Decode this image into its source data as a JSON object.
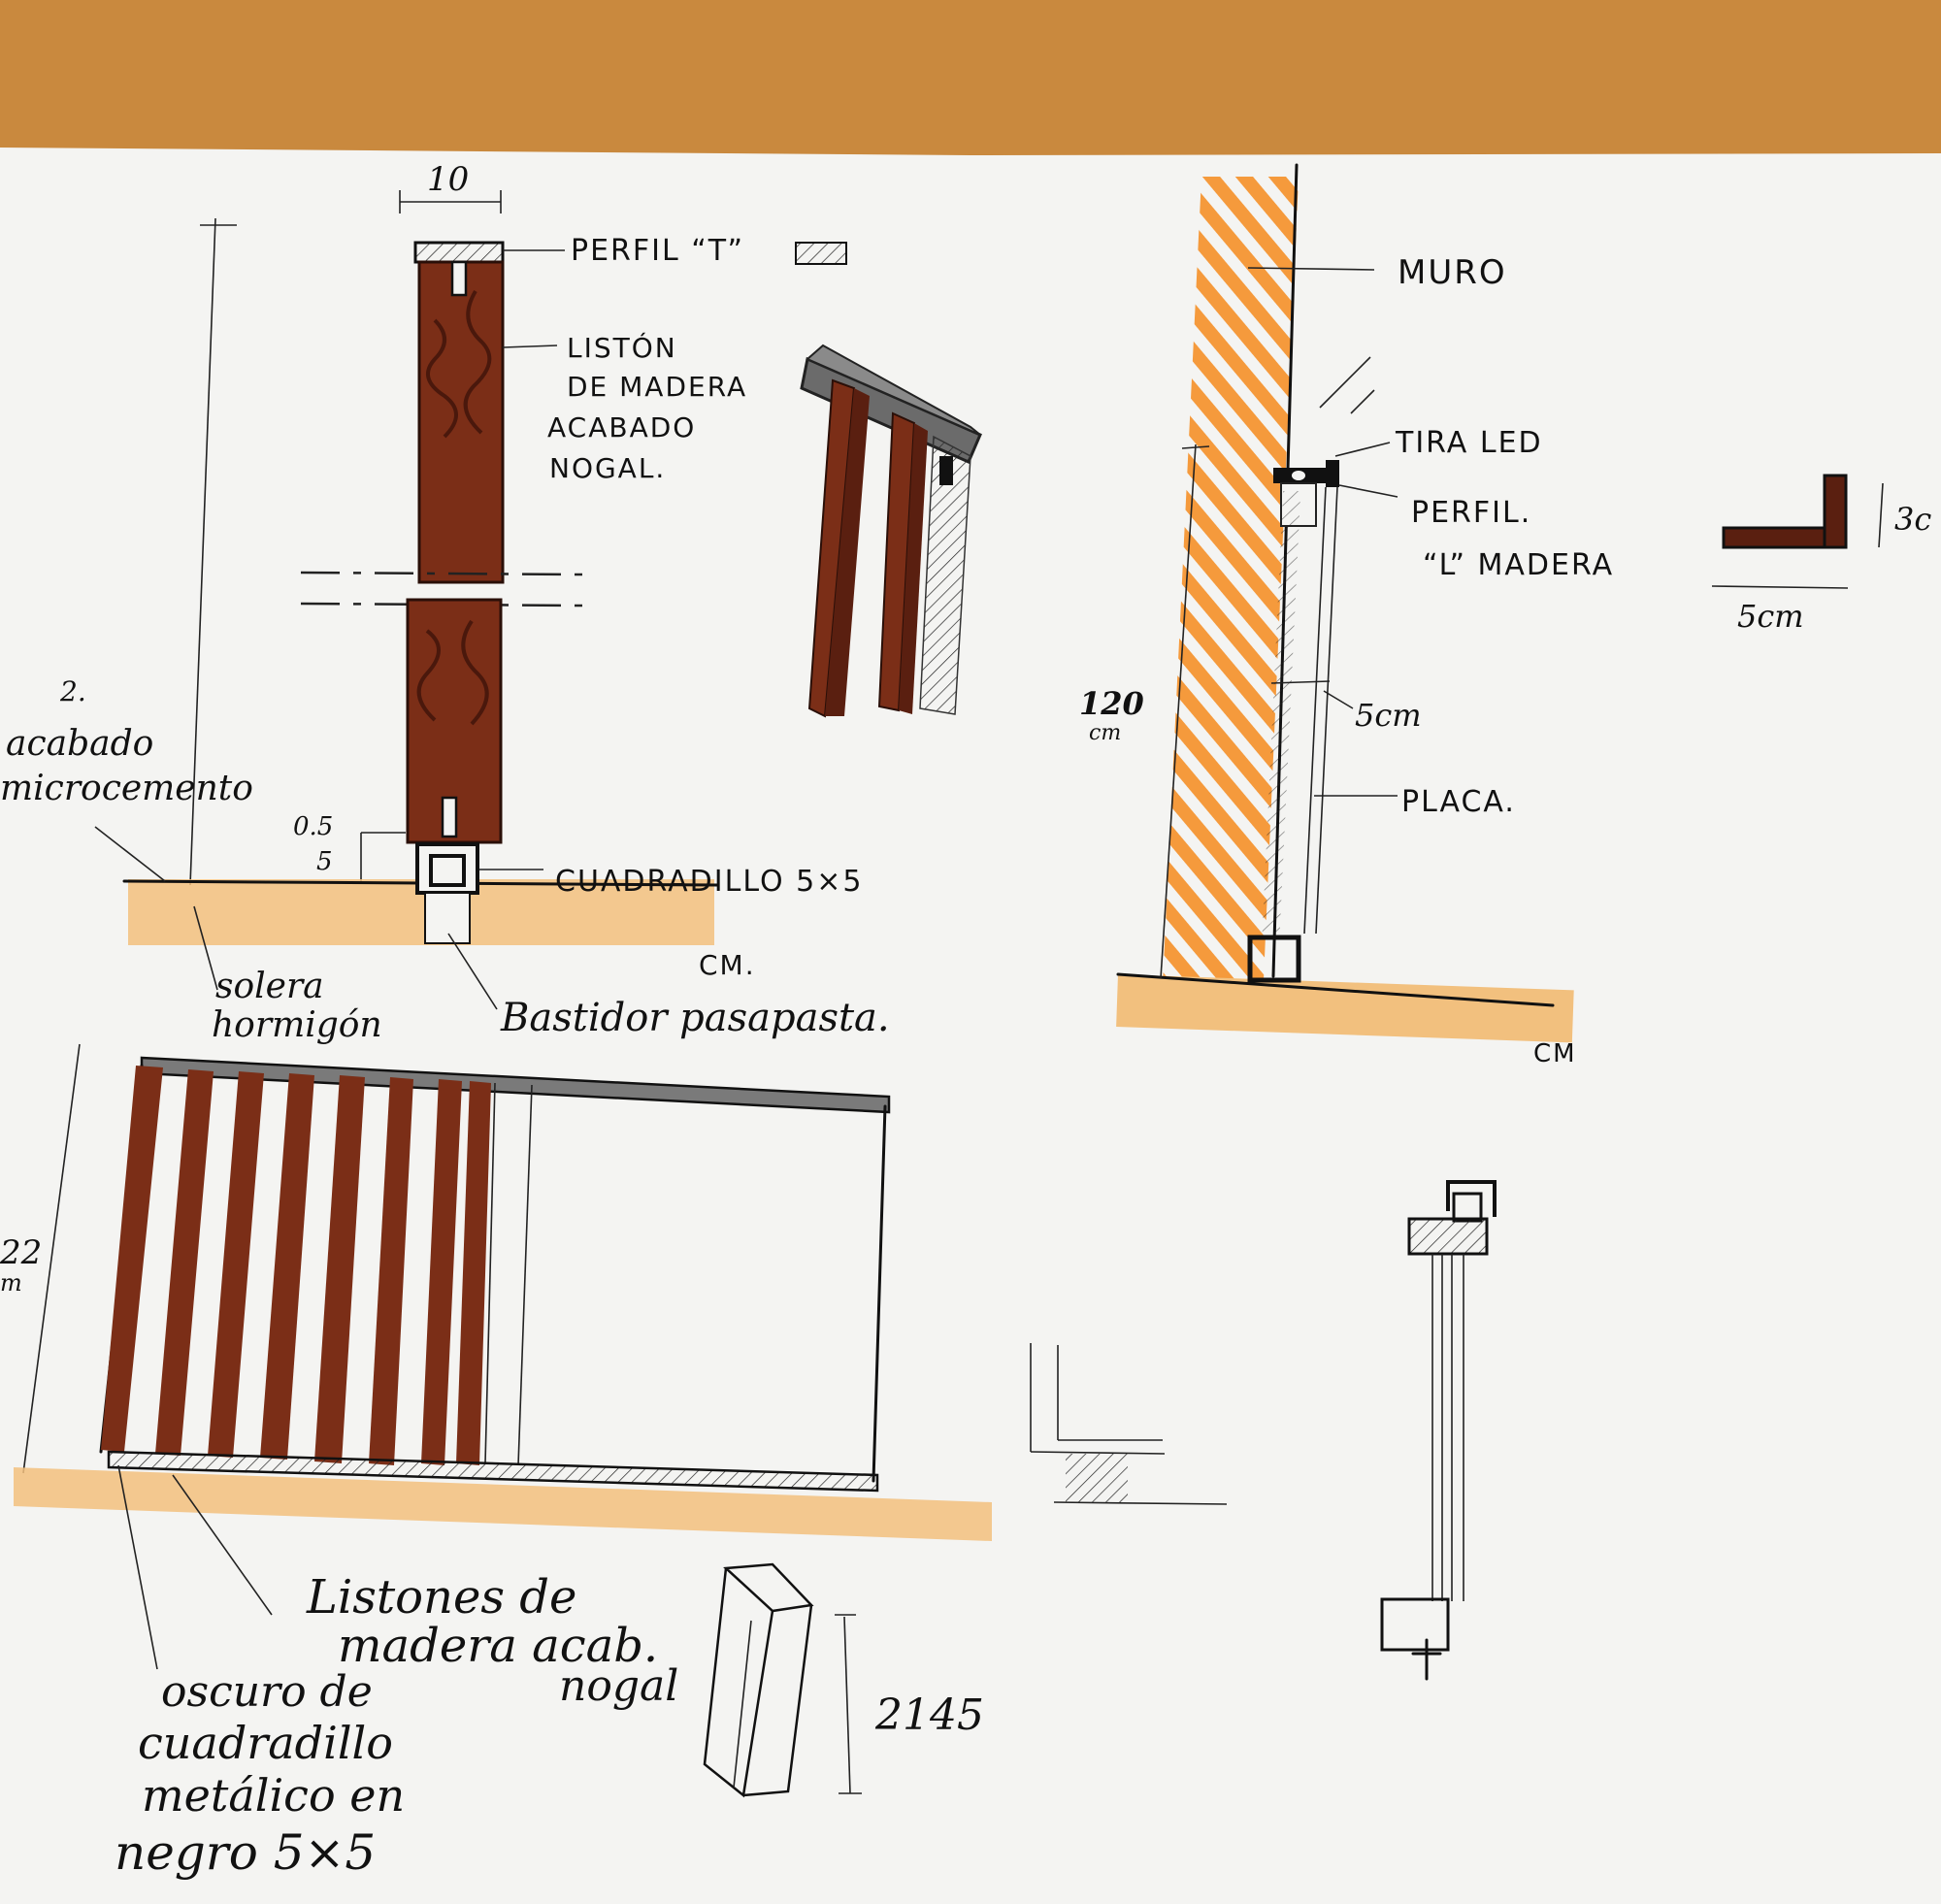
{
  "labels": {
    "dim_width": "10",
    "perfil_t": "PERFIL “T”",
    "liston": "LISTÓN",
    "de_madera": "DE MADERA",
    "acabado": "ACABADO",
    "nogal": "NOGAL.",
    "num_2": "2.",
    "acabado_micro_1": "acabado",
    "acabado_micro_2": "microcemento",
    "dim_05": "0.5",
    "dim_5": "5",
    "cuadradillo": "CUADRADILLO 5×5",
    "cm_1": "CM.",
    "solera_1": "solera",
    "solera_2": "hormigón",
    "bastidor": "Bastidor pasapasta.",
    "muro": "MURO",
    "tira_led": "TIRA LED",
    "perfil_l_1": "PERFIL.",
    "perfil_l_2": "“L” MADERA",
    "dim_3": "3c",
    "dim_5cm_a": "5cm",
    "dim_120": "120",
    "dim_120_cm": "cm",
    "dim_5cm_b": "5cm",
    "placa": "PLACA.",
    "cm_2": "CM",
    "dim_22": "22",
    "dim_22_m": "m",
    "listones_1": "Listones de",
    "listones_2": "madera acab.",
    "listones_3": "nogal",
    "oscuro_1": "oscuro de",
    "oscuro_2": "cuadradillo",
    "oscuro_3": "metálico en",
    "oscuro_4": "negro 5×5",
    "dim_2145": "2145"
  },
  "colors": {
    "paper": "#f4f4f2",
    "table": "#c9893e",
    "wood": "#7b2e17",
    "wood_dark": "#5a1f10",
    "orange": "#f59a3c",
    "sand": "#f2c07e",
    "grey": "#6b6b6b"
  }
}
